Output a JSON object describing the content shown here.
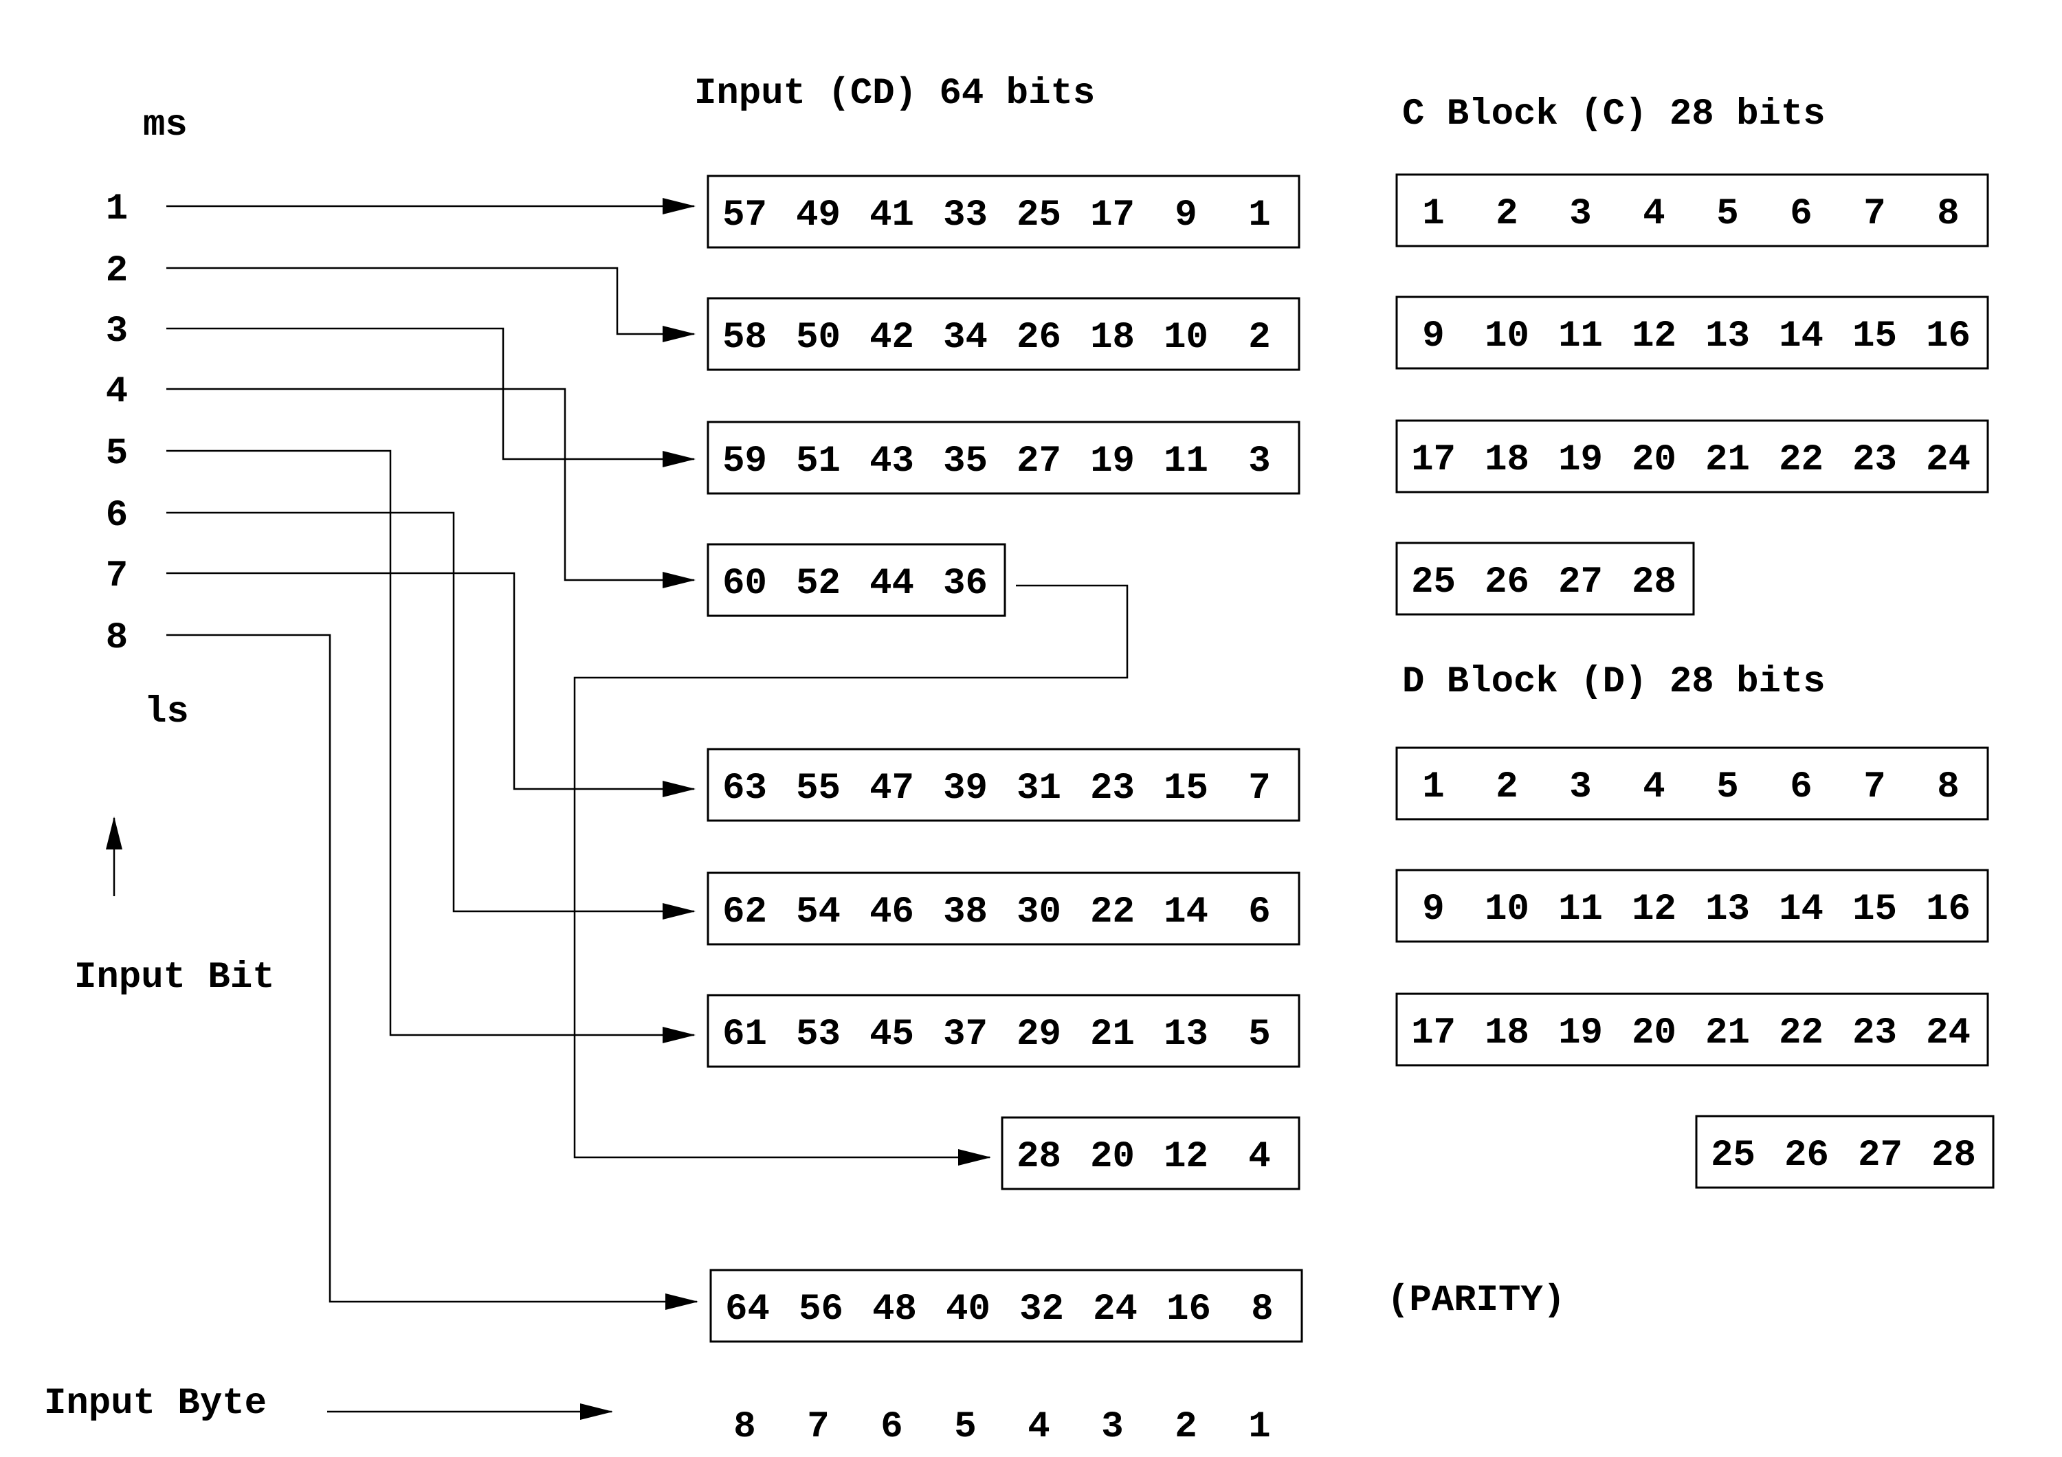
{
  "headers": {
    "input": "Input (CD) 64 bits",
    "c_block": "C Block (C) 28 bits",
    "d_block": "D Block (D) 28 bits"
  },
  "left_labels": {
    "ms": "ms",
    "ls": "ls",
    "input_bit": "Input Bit",
    "input_byte": "Input Byte",
    "bits": [
      "1",
      "2",
      "3",
      "4",
      "5",
      "6",
      "7",
      "8"
    ]
  },
  "input_rows": [
    [
      "57",
      "49",
      "41",
      "33",
      "25",
      "17",
      "9",
      "1"
    ],
    [
      "58",
      "50",
      "42",
      "34",
      "26",
      "18",
      "10",
      "2"
    ],
    [
      "59",
      "51",
      "43",
      "35",
      "27",
      "19",
      "11",
      "3"
    ],
    [
      "60",
      "52",
      "44",
      "36"
    ],
    [
      "63",
      "55",
      "47",
      "39",
      "31",
      "23",
      "15",
      "7"
    ],
    [
      "62",
      "54",
      "46",
      "38",
      "30",
      "22",
      "14",
      "6"
    ],
    [
      "61",
      "53",
      "45",
      "37",
      "29",
      "21",
      "13",
      "5"
    ],
    [
      "28",
      "20",
      "12",
      "4"
    ],
    [
      "64",
      "56",
      "48",
      "40",
      "32",
      "24",
      "16",
      "8"
    ]
  ],
  "c_rows": [
    [
      "1",
      "2",
      "3",
      "4",
      "5",
      "6",
      "7",
      "8"
    ],
    [
      "9",
      "10",
      "11",
      "12",
      "13",
      "14",
      "15",
      "16"
    ],
    [
      "17",
      "18",
      "19",
      "20",
      "21",
      "22",
      "23",
      "24"
    ],
    [
      "25",
      "26",
      "27",
      "28"
    ]
  ],
  "d_rows": [
    [
      "1",
      "2",
      "3",
      "4",
      "5",
      "6",
      "7",
      "8"
    ],
    [
      "9",
      "10",
      "11",
      "12",
      "13",
      "14",
      "15",
      "16"
    ],
    [
      "17",
      "18",
      "19",
      "20",
      "21",
      "22",
      "23",
      "24"
    ],
    [
      "25",
      "26",
      "27",
      "28"
    ]
  ],
  "parity_label": "(PARITY)",
  "byte_positions": [
    "8",
    "7",
    "6",
    "5",
    "4",
    "3",
    "2",
    "1"
  ]
}
